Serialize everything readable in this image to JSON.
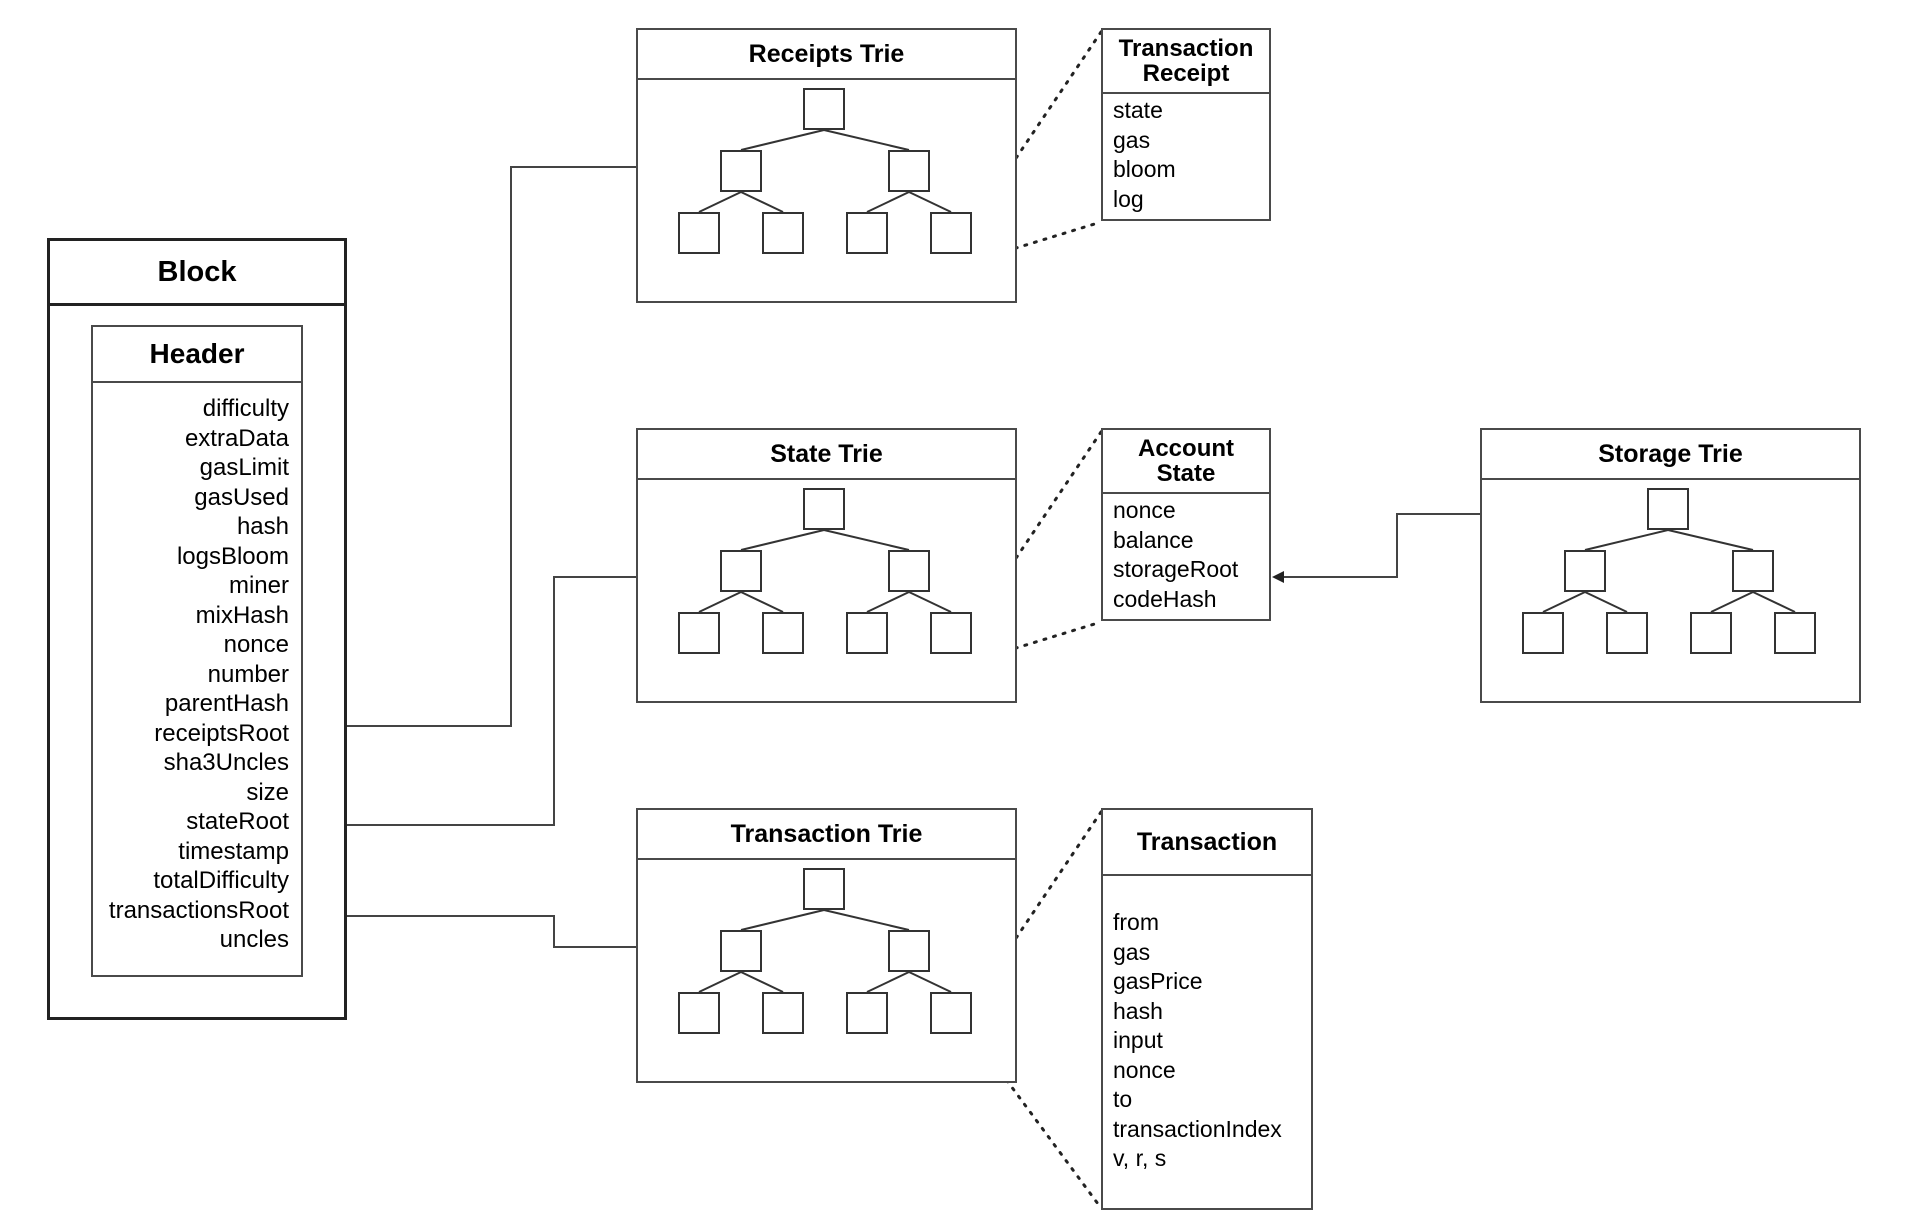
{
  "block": {
    "title": "Block"
  },
  "header": {
    "title": "Header",
    "fields": [
      "difficulty",
      "extraData",
      "gasLimit",
      "gasUsed",
      "hash",
      "logsBloom",
      "miner",
      "mixHash",
      "nonce",
      "number",
      "parentHash",
      "receiptsRoot",
      "sha3Uncles",
      "size",
      "stateRoot",
      "timestamp",
      "totalDifficulty",
      "transactionsRoot",
      "uncles"
    ]
  },
  "receipts_trie": {
    "title": "Receipts Trie"
  },
  "state_trie": {
    "title": "State Trie"
  },
  "transaction_trie": {
    "title": "Transaction Trie"
  },
  "storage_trie": {
    "title": "Storage Trie"
  },
  "transaction_receipt": {
    "title_line1": "Transaction",
    "title_line2": "Receipt",
    "fields": [
      "state",
      "gas",
      "bloom",
      "log"
    ]
  },
  "account_state": {
    "title_line1": "Account",
    "title_line2": "State",
    "fields": [
      "nonce",
      "balance",
      "storageRoot",
      "codeHash"
    ]
  },
  "transaction": {
    "title": "Transaction",
    "fields": [
      "from",
      "gas",
      "gasPrice",
      "hash",
      "input",
      "nonce",
      "to",
      "transactionIndex",
      "v, r, s"
    ]
  },
  "colors": {
    "line": "#333333",
    "border": "#4a4a4a",
    "block_border": "#222222"
  }
}
